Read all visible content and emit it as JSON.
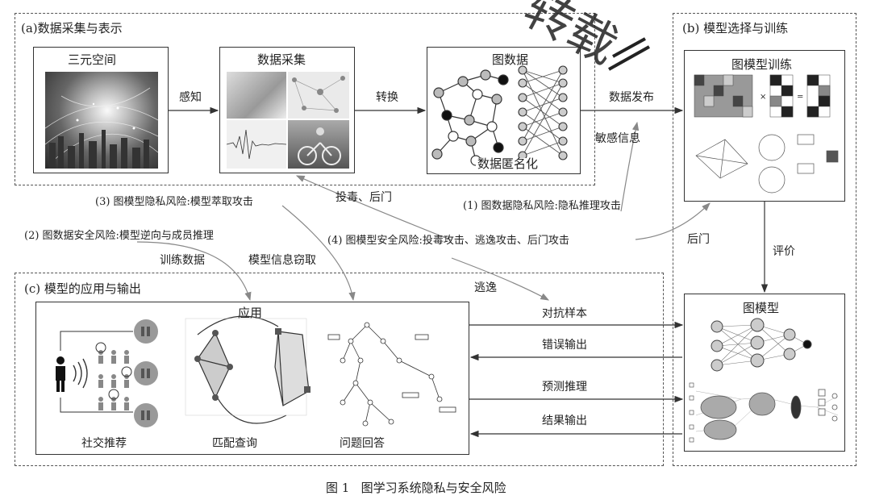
{
  "sections": {
    "a": "(a)数据采集与表示",
    "b": "(b) 模型选择与训练",
    "c": "(c) 模型的应用与输出"
  },
  "boxes": {
    "space": "三元空间",
    "collect": "数据采集",
    "graph": "图数据",
    "anon": "数据匿名化",
    "train": "图模型训练",
    "model": "图模型",
    "apply": "应用",
    "social": "社交推荐",
    "match": "匹配查询",
    "qa": "问题回答"
  },
  "arrows": {
    "sense": "感知",
    "convert": "转换",
    "publish": "数据发布",
    "sensitive": "敏感信息",
    "poison": "投毒、后门",
    "backdoor": "后门",
    "evaluate": "评价",
    "train_data": "训练数据",
    "model_steal": "模型信息窃取",
    "evade": "逃逸",
    "adversarial": "对抗样本",
    "wrong": "错误输出",
    "predict": "预测推理",
    "result": "结果输出"
  },
  "risks": {
    "r1": "(1) 图数据隐私风险:隐私推理攻击",
    "r2": "(2) 图数据安全风险:模型逆向与成员推理",
    "r3": "(3) 图模型隐私风险:模型萃取攻击",
    "r4": "(4) 图模型安全风险:投毒攻击、逃逸攻击、后门攻击"
  },
  "caption": "图 1   图学习系统隐私与安全风险",
  "watermark": "转载"
}
